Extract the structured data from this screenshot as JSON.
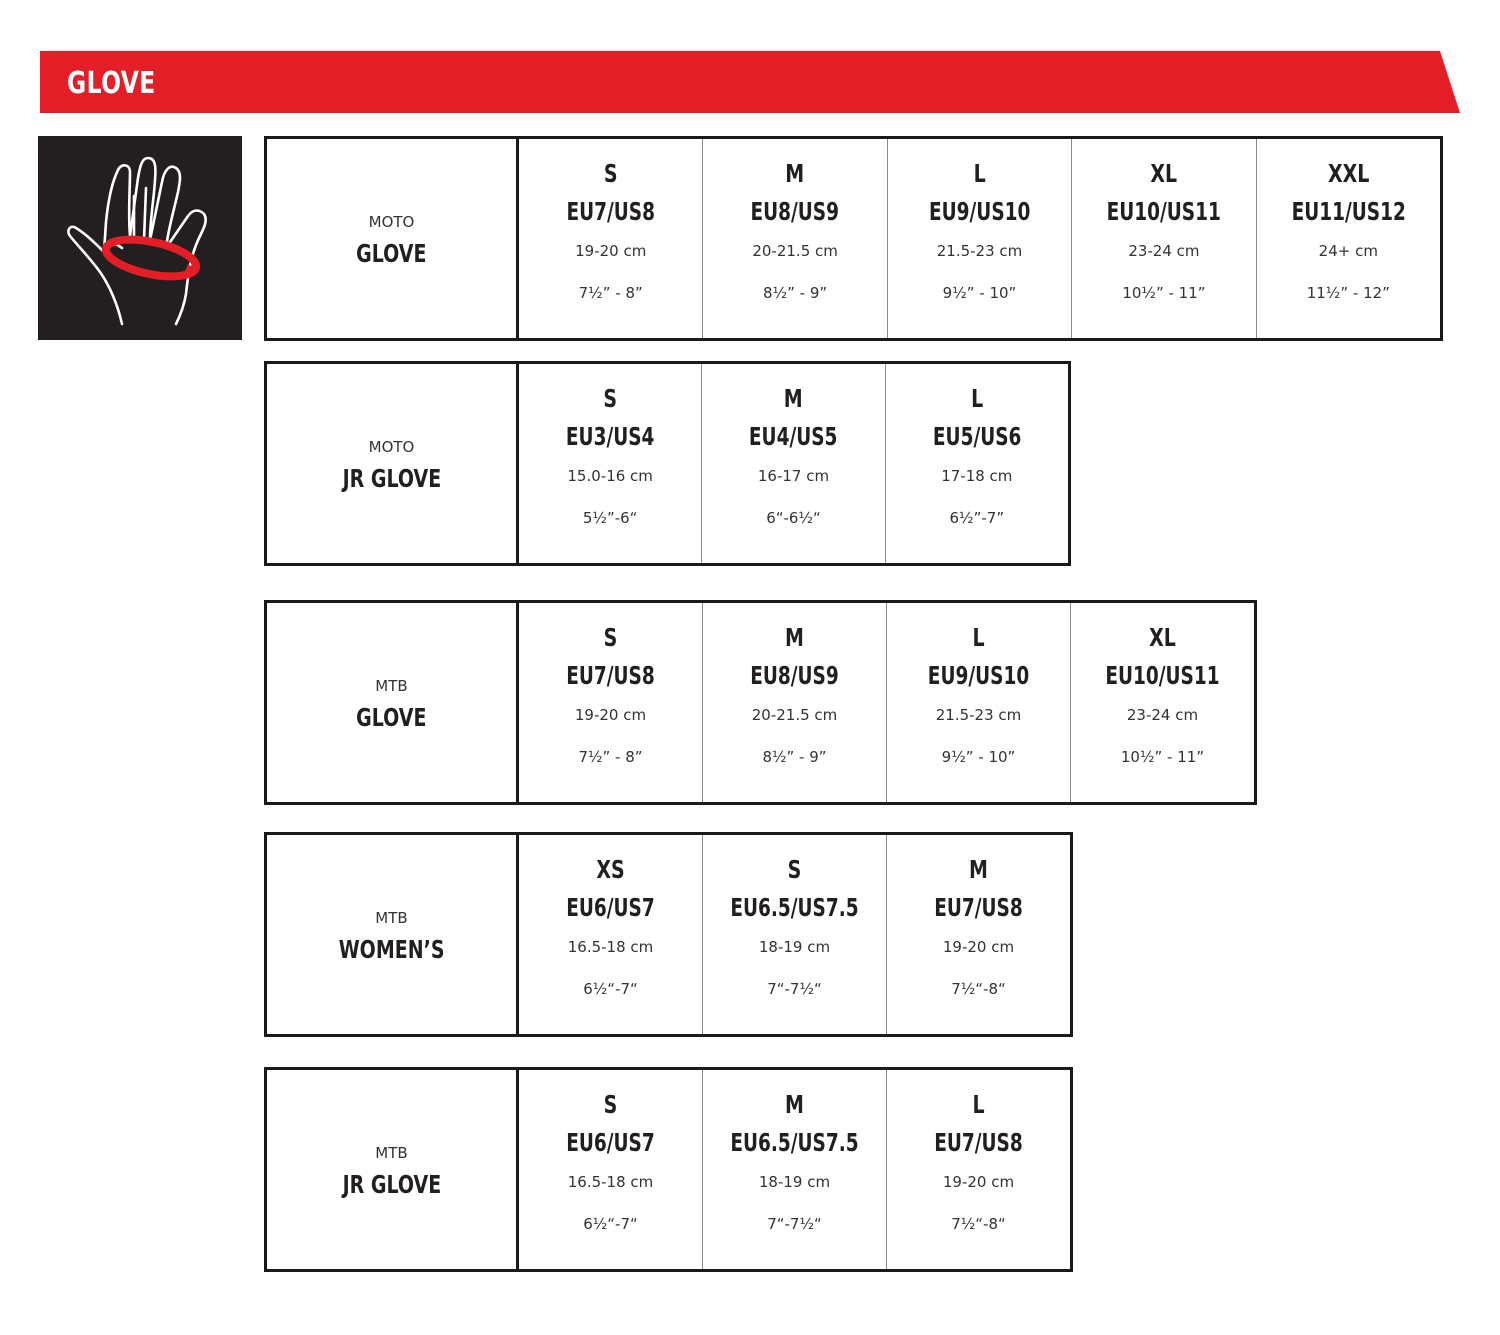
{
  "header": {
    "title": "GLOVE",
    "color": "#e31e26"
  },
  "illustration": {
    "icon": "hand-measure-icon",
    "background": "#231f20",
    "accent": "#e31e26"
  },
  "tables": [
    {
      "category": "MOTO",
      "name": "GLOVE",
      "sizes": [
        {
          "size": "S",
          "eu_us": "EU7/US8",
          "cm": "19-20 cm",
          "inches": "7½” - 8”"
        },
        {
          "size": "M",
          "eu_us": "EU8/US9",
          "cm": "20-21.5 cm",
          "inches": "8½” - 9”"
        },
        {
          "size": "L",
          "eu_us": "EU9/US10",
          "cm": "21.5-23 cm",
          "inches": "9½” - 10”"
        },
        {
          "size": "XL",
          "eu_us": "EU10/US11",
          "cm": "23-24 cm",
          "inches": "10½” - 11”"
        },
        {
          "size": "XXL",
          "eu_us": "EU11/US12",
          "cm": "24+ cm",
          "inches": "11½” - 12”"
        }
      ]
    },
    {
      "category": "MOTO",
      "name": "JR GLOVE",
      "sizes": [
        {
          "size": "S",
          "eu_us": "EU3/US4",
          "cm": "15.0-16 cm",
          "inches": "5½”-6“"
        },
        {
          "size": "M",
          "eu_us": "EU4/US5",
          "cm": "16-17 cm",
          "inches": "6“-6½“"
        },
        {
          "size": "L",
          "eu_us": "EU5/US6",
          "cm": "17-18 cm",
          "inches": "6½”-7”"
        }
      ]
    },
    {
      "category": "MTB",
      "name": "GLOVE",
      "sizes": [
        {
          "size": "S",
          "eu_us": "EU7/US8",
          "cm": "19-20 cm",
          "inches": "7½” - 8”"
        },
        {
          "size": "M",
          "eu_us": "EU8/US9",
          "cm": "20-21.5 cm",
          "inches": "8½” - 9”"
        },
        {
          "size": "L",
          "eu_us": "EU9/US10",
          "cm": "21.5-23 cm",
          "inches": "9½” - 10”"
        },
        {
          "size": "XL",
          "eu_us": "EU10/US11",
          "cm": "23-24 cm",
          "inches": "10½” - 11”"
        }
      ]
    },
    {
      "category": "MTB",
      "name": "WOMEN’S",
      "sizes": [
        {
          "size": "XS",
          "eu_us": "EU6/US7",
          "cm": "16.5-18 cm",
          "inches": "6½“-7“"
        },
        {
          "size": "S",
          "eu_us": "EU6.5/US7.5",
          "cm": "18-19 cm",
          "inches": "7“-7½“"
        },
        {
          "size": "M",
          "eu_us": "EU7/US8",
          "cm": "19-20 cm",
          "inches": "7½“-8“"
        }
      ]
    },
    {
      "category": "MTB",
      "name": "JR GLOVE",
      "sizes": [
        {
          "size": "S",
          "eu_us": "EU6/US7",
          "cm": "16.5-18 cm",
          "inches": "6½“-7“"
        },
        {
          "size": "M",
          "eu_us": "EU6.5/US7.5",
          "cm": "18-19 cm",
          "inches": "7“-7½“"
        },
        {
          "size": "L",
          "eu_us": "EU7/US8",
          "cm": "19-20 cm",
          "inches": "7½“-8“"
        }
      ]
    }
  ]
}
